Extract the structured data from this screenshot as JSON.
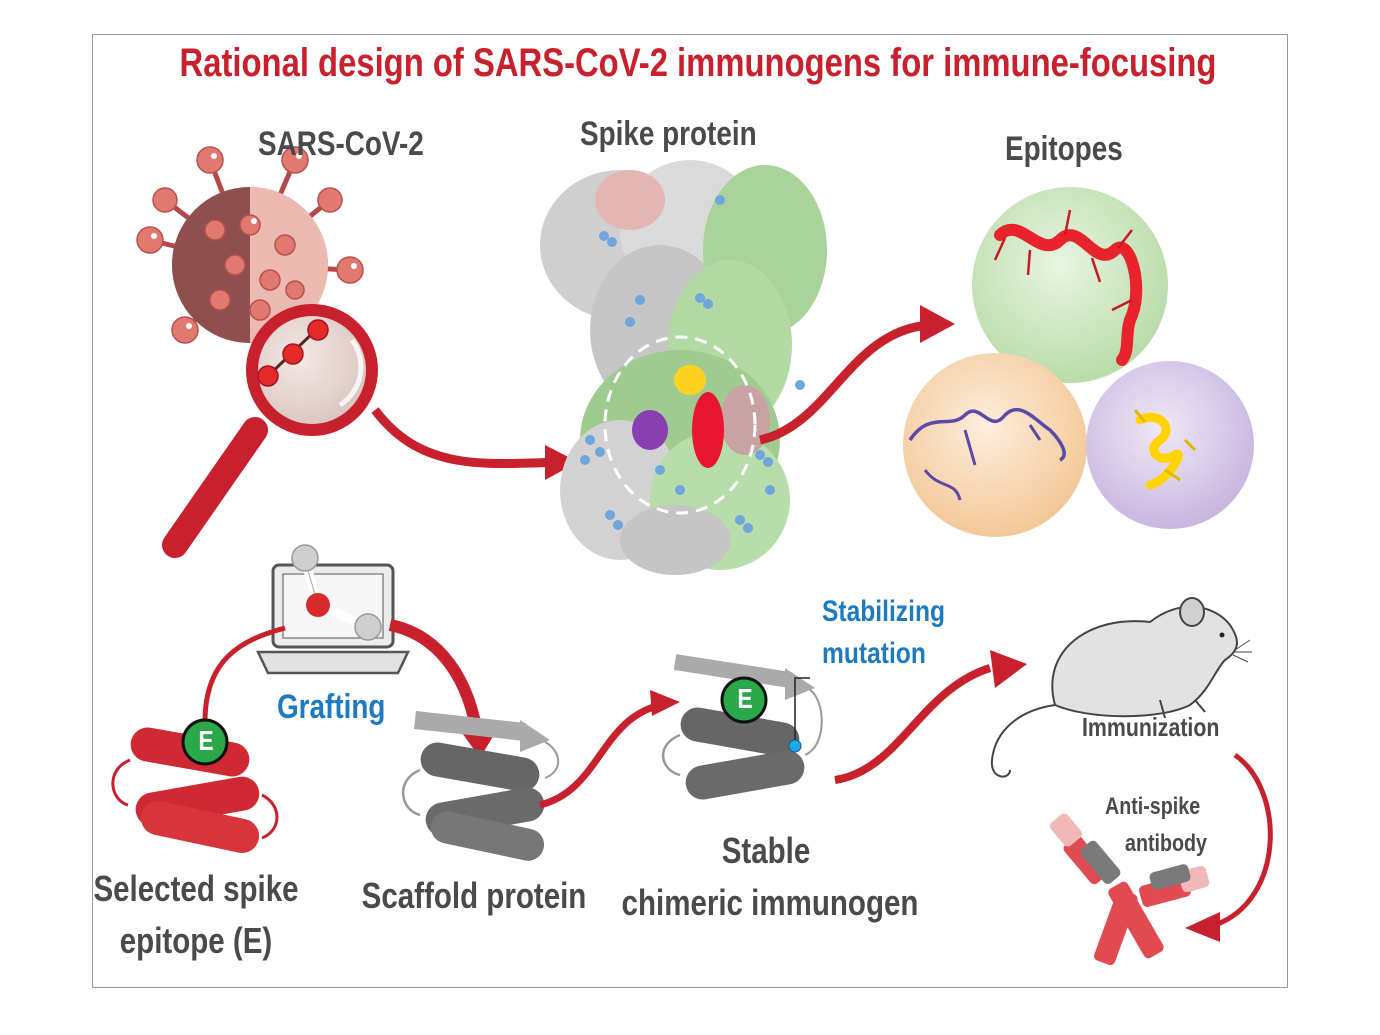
{
  "title": "Rational design of SARS-CoV-2 immunogens for immune-focusing",
  "labels": {
    "virus": "SARS-CoV-2",
    "spike": "Spike protein",
    "epitopes": "Epitopes",
    "grafting": "Grafting",
    "stabilizing": [
      "Stabilizing",
      "mutation"
    ],
    "immunization": "Immunization",
    "antibody": [
      "Anti-spike",
      "antibody"
    ],
    "selected": [
      "Selected spike",
      "epitope (E)"
    ],
    "scaffold": "Scaffold protein",
    "chimeric": [
      "Stable",
      "chimeric immunogen"
    ],
    "epitope_marker": "E"
  },
  "colors": {
    "accent_red": "#c8202c",
    "text_dark": "#4a4a4a",
    "text_blue": "#1f7bc0",
    "marker_green": "#2aa84a",
    "epitope_green_bg": "#cfe8c4",
    "epitope_orange_bg": "#f8d9b8",
    "epitope_purple_bg": "#dcd0ea"
  }
}
